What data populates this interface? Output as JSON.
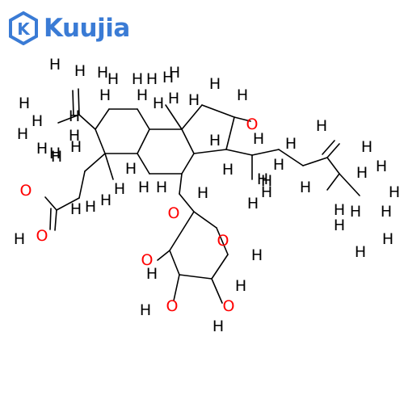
{
  "brand": {
    "name": "Kuujia",
    "mark": "K",
    "color": "#3a7bd5",
    "icon": "hexagon-k-logo-icon"
  },
  "colors": {
    "bond": "#000000",
    "hydrogen": "#000000",
    "oxygen": "#ff0000"
  },
  "atom_labels": {
    "hydrogen": "H",
    "oxygen": "O"
  }
}
